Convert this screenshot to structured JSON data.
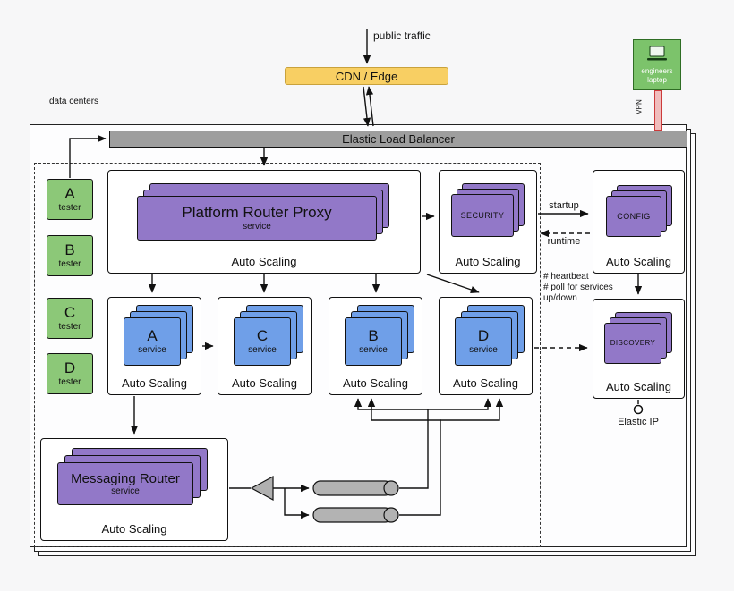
{
  "top": {
    "public_traffic": "public traffic",
    "cdn_label": "CDN / Edge",
    "laptop_line1": "engineers",
    "laptop_line2": "laptop",
    "vpn": "VPN",
    "data_centers": "data centers",
    "elb_label": "Elastic Load Balancer"
  },
  "testers": [
    {
      "letter": "A",
      "label": "tester"
    },
    {
      "letter": "B",
      "label": "tester"
    },
    {
      "letter": "C",
      "label": "tester"
    },
    {
      "letter": "D",
      "label": "tester"
    }
  ],
  "clusters": {
    "prp": {
      "title": "Platform Router Proxy",
      "subtitle": "service",
      "autoscaling": "Auto Scaling"
    },
    "security": {
      "title": "SECURITY",
      "autoscaling": "Auto Scaling"
    },
    "config": {
      "title": "CONFIG",
      "autoscaling": "Auto Scaling"
    },
    "discovery": {
      "title": "DISCOVERY",
      "autoscaling": "Auto Scaling"
    },
    "messaging": {
      "title": "Messaging Router",
      "subtitle": "service",
      "autoscaling": "Auto Scaling"
    }
  },
  "services": [
    {
      "letter": "A",
      "subtitle": "service",
      "autoscaling": "Auto Scaling"
    },
    {
      "letter": "C",
      "subtitle": "service",
      "autoscaling": "Auto Scaling"
    },
    {
      "letter": "B",
      "subtitle": "service",
      "autoscaling": "Auto Scaling"
    },
    {
      "letter": "D",
      "subtitle": "service",
      "autoscaling": "Auto Scaling"
    }
  ],
  "edge_labels": {
    "startup": "startup",
    "runtime": "runtime",
    "heartbeat": "# heartbeat",
    "poll": "# poll for services",
    "updown": "up/down",
    "elastic_ip": "Elastic IP"
  },
  "colors": {
    "cdn_yellow": "#f8cf63",
    "node_green": "#8cc878",
    "cluster_purple": "#9278c8",
    "service_blue": "#6f9fe8",
    "infra_gray": "#9e9e9e",
    "vpn_pink": "#f0bcbc"
  }
}
